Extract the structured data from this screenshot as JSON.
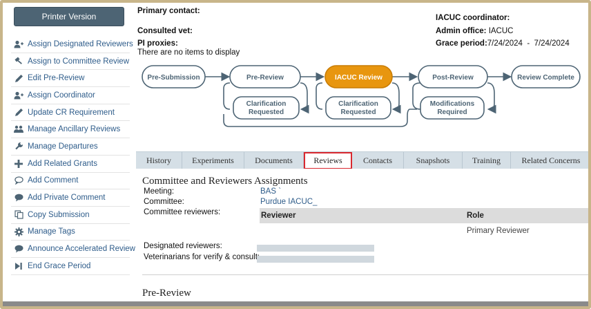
{
  "sidebar": {
    "printer_label": "Printer Version",
    "items": [
      {
        "label": "Assign Designated Reviewers",
        "icon": "add-user-icon"
      },
      {
        "label": "Assign to Committee Review",
        "icon": "gavel-icon"
      },
      {
        "label": "Edit Pre-Review",
        "icon": "pencil-icon"
      },
      {
        "label": "Assign Coordinator",
        "icon": "add-user-icon"
      },
      {
        "label": "Update CR Requirement",
        "icon": "pencil-icon"
      },
      {
        "label": "Manage Ancillary Reviews",
        "icon": "users-icon"
      },
      {
        "label": "Manage Departures",
        "icon": "wrench-icon"
      },
      {
        "label": "Add Related Grants",
        "icon": "plus-icon"
      },
      {
        "label": "Add Comment",
        "icon": "comment-outline-icon"
      },
      {
        "label": "Add Private Comment",
        "icon": "comment-icon"
      },
      {
        "label": "Copy Submission",
        "icon": "copy-icon"
      },
      {
        "label": "Manage Tags",
        "icon": "gear-icon"
      },
      {
        "label": "Announce Accelerated Review",
        "icon": "comment-icon"
      },
      {
        "label": "End Grace Period",
        "icon": "skip-end-icon"
      }
    ]
  },
  "header": {
    "primary_contact_label": "Primary contact:",
    "consulted_vet_label": "Consulted vet:",
    "pi_proxies_label": "PI proxies:",
    "pi_proxies_value": "There are no items to display",
    "coordinator_label": "IACUC coordinator:",
    "admin_office_label": "Admin office:",
    "admin_office_value": "IACUC",
    "grace_label": "Grace period:",
    "grace_value": "7/24/2024  -  7/24/2024"
  },
  "workflow": {
    "states": [
      "Pre-Submission",
      "Pre-Review",
      "IACUC Review",
      "Post-Review",
      "Review Complete"
    ],
    "sub_states": [
      "Clarification Requested",
      "Clarification Requested",
      "Modifications Required"
    ],
    "sub_lines": [
      [
        "Clarification",
        "Requested"
      ],
      [
        "Clarification",
        "Requested"
      ],
      [
        "Modifications",
        "Required"
      ]
    ],
    "active_state": "IACUC Review",
    "active_color": "#e8960f"
  },
  "tabs": [
    "History",
    "Experiments",
    "Documents",
    "Reviews",
    "Contacts",
    "Snapshots",
    "Training",
    "Related Concerns"
  ],
  "active_tab": "Reviews",
  "content": {
    "section_title": "Committee and Reviewers Assignments",
    "meeting_label": "Meeting:",
    "meeting_value": "BAS `",
    "committee_label": "Committee:",
    "committee_value": "Purdue IACUC_",
    "committee_reviewers_label": "Committee reviewers:",
    "table_headers": [
      "Reviewer",
      "Role"
    ],
    "table_rows": [
      [
        "",
        "Primary Reviewer"
      ]
    ],
    "designated_label": "Designated reviewers:",
    "vets_label": "Veterinarians for verify & consult:",
    "sub_title": "Pre-Review"
  }
}
